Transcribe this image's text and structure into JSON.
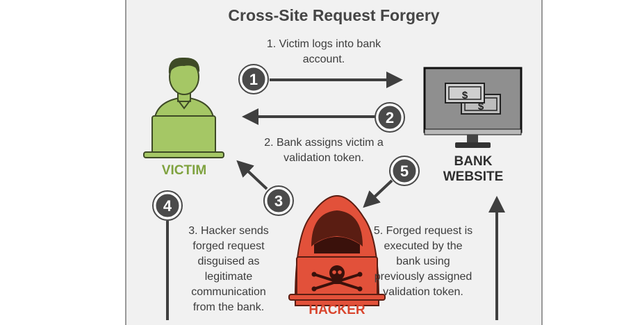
{
  "title": "Cross-Site Request Forgery",
  "actors": {
    "victim": "VICTIM",
    "bank": "BANK WEBSITE",
    "hacker": "HACKER"
  },
  "bank_screen_symbol": "$",
  "steps": [
    {
      "number": "1",
      "text": "1. Victim logs into bank account."
    },
    {
      "number": "2",
      "text": "2. Bank assigns victim a validation token."
    },
    {
      "number": "3",
      "text": "3. Hacker sends forged request disguised as legitimate communication from the bank."
    },
    {
      "number": "4",
      "text": ""
    },
    {
      "number": "5",
      "text": "5. Forged request is executed by the bank using previously assigned validation token."
    }
  ],
  "colors": {
    "victim": "#a5c765",
    "victim_dark": "#3e4a26",
    "hacker": "#e2513a",
    "hacker_dark": "#5a1d12",
    "arrow": "#3f3f3f",
    "panel": "#f1f1f1"
  },
  "icons": [
    "victim-person-icon",
    "laptop-icon",
    "bank-monitor-icon",
    "dollar-bill-icon",
    "hooded-hacker-icon",
    "skull-crossbones-icon"
  ]
}
